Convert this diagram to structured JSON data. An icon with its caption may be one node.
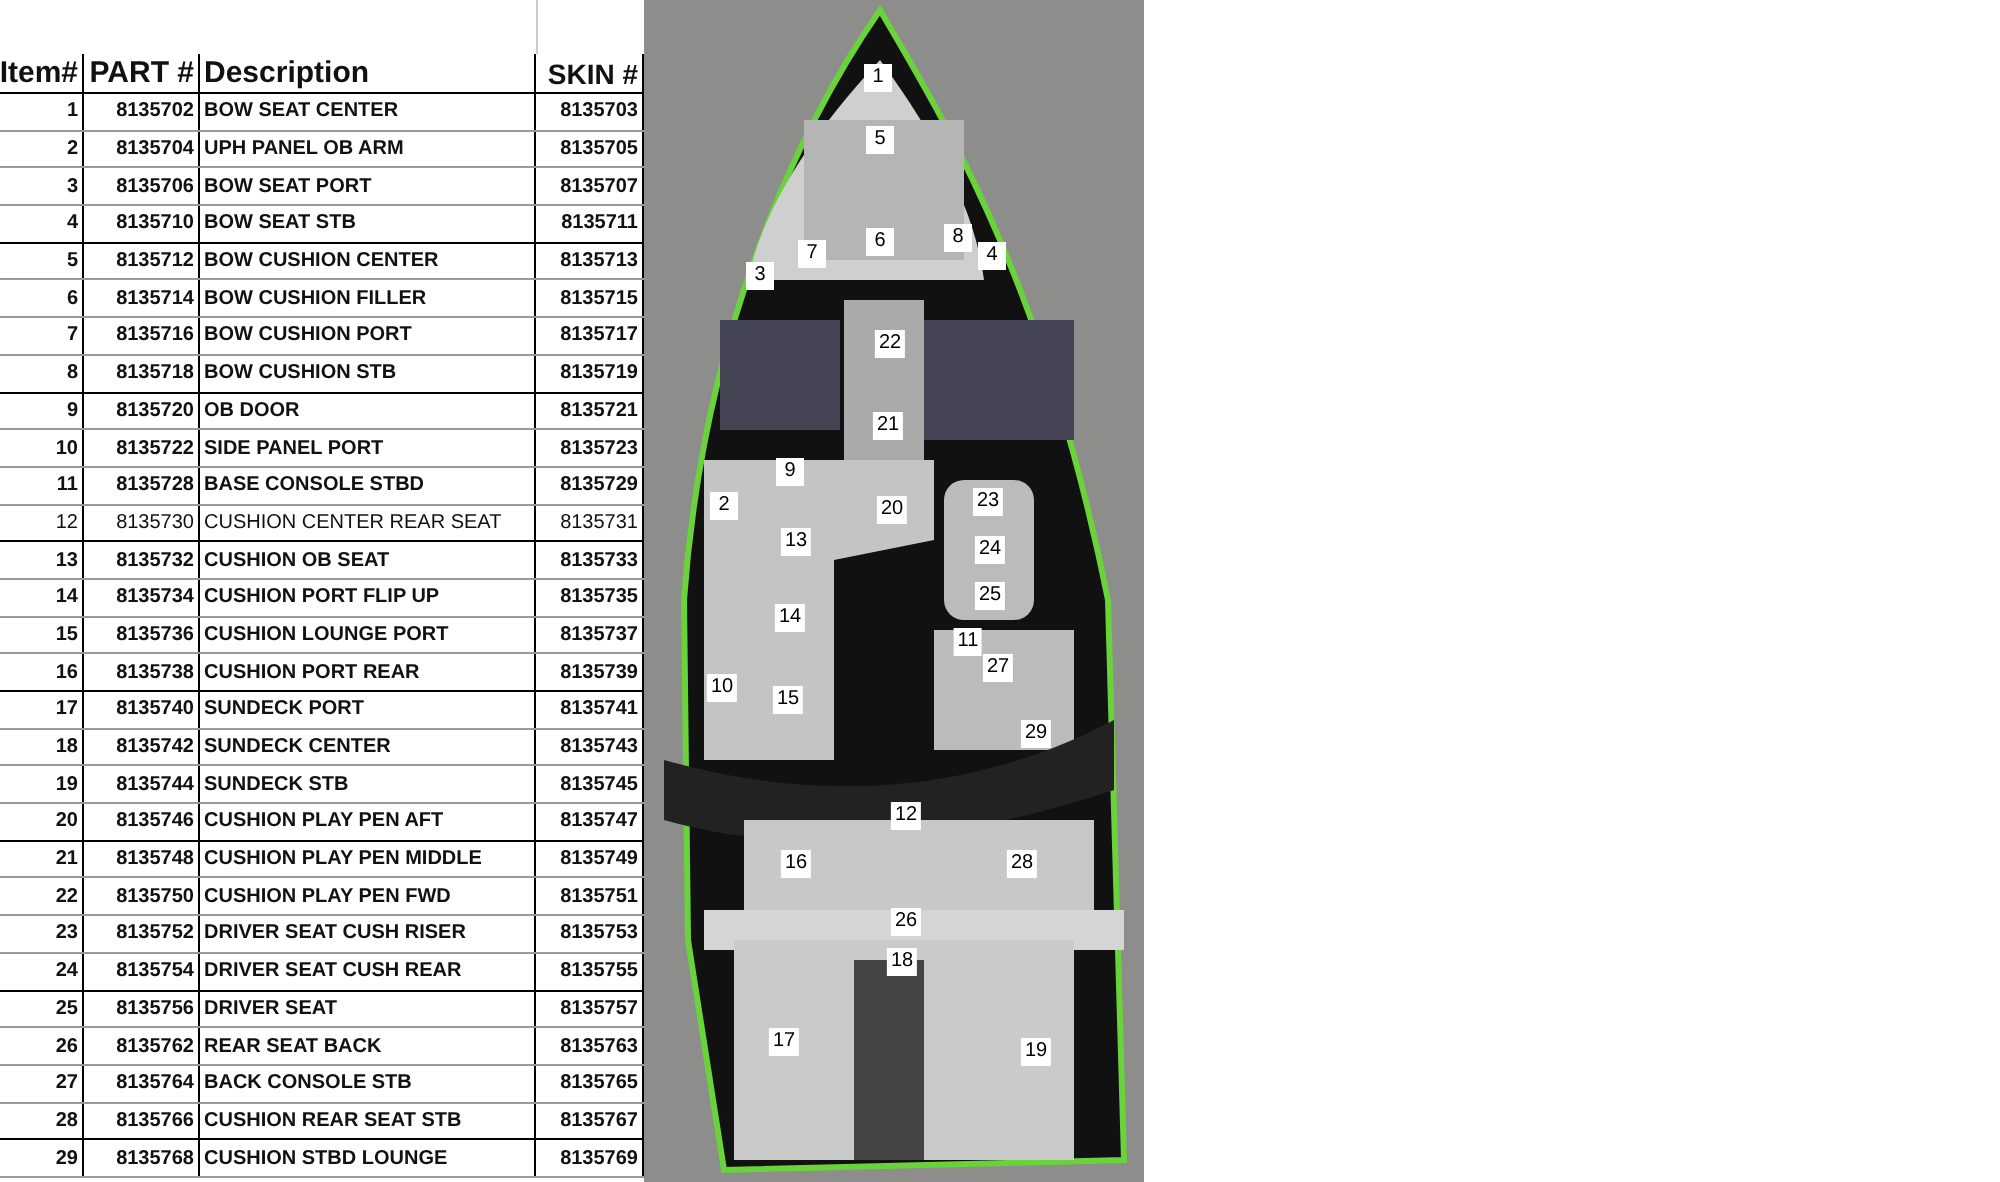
{
  "diagram": {
    "labels": [
      "Item#",
      "PART #",
      "Description",
      "SKIN #",
      "1",
      "8135702",
      "BOW SEAT CENTER",
      "8135703",
      "2",
      "8135704",
      "UPH PANEL OB ARM",
      "8135705",
      "3",
      "8135706",
      "BOW SEAT PORT",
      "8135707",
      "4",
      "8135710",
      "BOW SEAT STB",
      "8135711",
      "5",
      "8135712",
      "BOW CUSHION CENTER",
      "8135713",
      "6",
      "8135714",
      "BOW CUSHION FILLER",
      "8135715",
      "7",
      "8135716",
      "BOW CUSHION PORT",
      "8135717",
      "8",
      "8135718",
      "BOW CUSHION STB",
      "8135719",
      "9",
      "8135720",
      "OB DOOR",
      "8135721",
      "10",
      "8135722",
      "SIDE PANEL PORT",
      "8135723",
      "11",
      "8135728",
      "BASE CONSOLE STBD",
      "8135729",
      "12",
      "8135730",
      "CUSHION CENTER REAR SEAT",
      "8135731",
      "13",
      "8135732",
      "CUSHION OB SEAT",
      "8135733",
      "14",
      "8135734",
      "CUSHION PORT FLIP UP",
      "8135735",
      "15",
      "8135736",
      "CUSHION LOUNGE PORT",
      "8135737",
      "16",
      "8135738",
      "CUSHION PORT REAR",
      "8135739",
      "17",
      "8135740",
      "SUNDECK PORT",
      "8135741",
      "18",
      "8135742",
      "SUNDECK CENTER",
      "8135743",
      "19",
      "8135744",
      "SUNDECK STB",
      "8135745",
      "20",
      "8135746",
      "CUSHION PLAY PEN AFT",
      "8135747",
      "21",
      "8135748",
      "CUSHION PLAY PEN MIDDLE",
      "8135749",
      "22",
      "8135750",
      "CUSHION PLAY PEN FWD",
      "8135751",
      "23",
      "8135752",
      "DRIVER SEAT CUSH RISER",
      "8135753",
      "24",
      "8135754",
      "DRIVER SEAT CUSH REAR",
      "8135755",
      "25",
      "8135756",
      "DRIVER SEAT",
      "8135757",
      "26",
      "8135762",
      "REAR SEAT BACK",
      "8135763",
      "27",
      "8135764",
      "BACK CONSOLE STB",
      "8135765",
      "28",
      "8135766",
      "CUSHION REAR SEAT STB",
      "8135767",
      "29",
      "8135768",
      "CUSHION STBD LOUNGE",
      "8135769",
      "1",
      "5",
      "7",
      "6",
      "8",
      "4",
      "3",
      "22",
      "21",
      "9",
      "2",
      "20",
      "23",
      "13",
      "24",
      "25",
      "14",
      "11",
      "27",
      "10",
      "15",
      "29",
      "12",
      "16",
      "28",
      "26",
      "18",
      "17",
      "19"
    ]
  }
}
